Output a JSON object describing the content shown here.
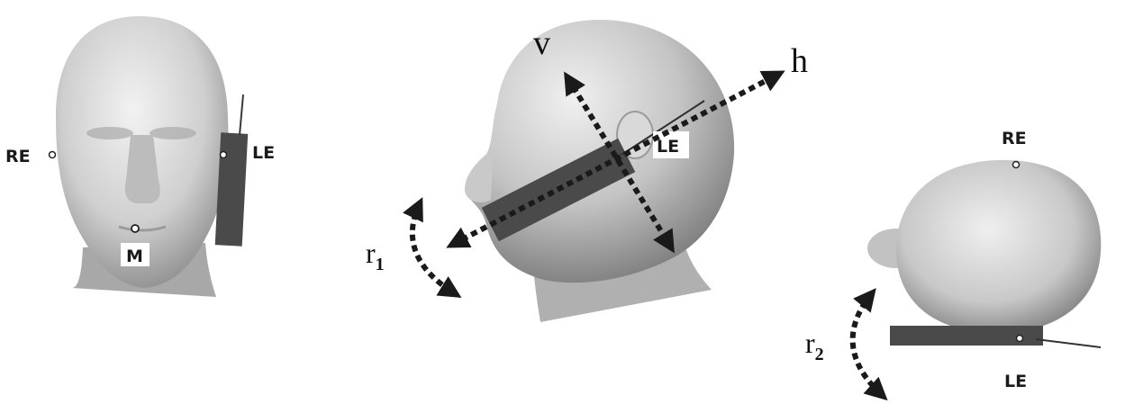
{
  "front_view": {
    "label_right_ear": "RE",
    "label_left_ear": "LE",
    "label_mouth": "M"
  },
  "side_view": {
    "axis_vertical": "v",
    "axis_horizontal": "h",
    "rotation_1_base": "r",
    "rotation_1_sub": "1",
    "label_left_ear": "LE"
  },
  "top_view": {
    "label_right_ear": "RE",
    "label_left_ear": "LE",
    "rotation_2_base": "r",
    "rotation_2_sub": "2"
  },
  "colors": {
    "skin_light": "#e6e6e6",
    "skin_mid": "#bdbdbd",
    "skin_dark": "#7a7a7a",
    "device": "#4a4a4a",
    "arrow": "#1a1a1a"
  }
}
